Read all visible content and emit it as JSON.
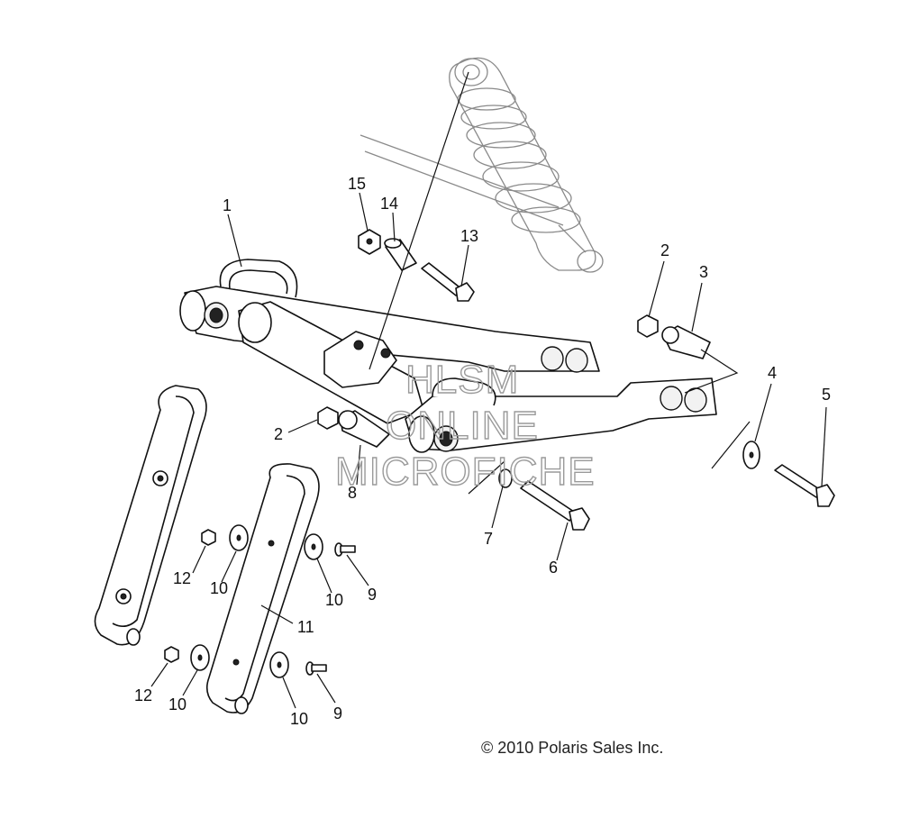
{
  "callouts": [
    {
      "label": "1"
    },
    {
      "label": "2"
    },
    {
      "label": "3"
    },
    {
      "label": "4"
    },
    {
      "label": "5"
    },
    {
      "label": "15"
    },
    {
      "label": "14"
    },
    {
      "label": "13"
    },
    {
      "label": "2"
    },
    {
      "label": "8"
    },
    {
      "label": "7"
    },
    {
      "label": "6"
    },
    {
      "label": "12"
    },
    {
      "label": "10"
    },
    {
      "label": "10"
    },
    {
      "label": "9"
    },
    {
      "label": "11"
    },
    {
      "label": "12"
    },
    {
      "label": "10"
    },
    {
      "label": "10"
    },
    {
      "label": "9"
    }
  ],
  "watermark": {
    "line1": "HLSM",
    "line2": "ONLINE",
    "line3": "MICROFICHE"
  },
  "copyright": "© 2010 Polaris Sales Inc.",
  "colors": {
    "ink": "#111111",
    "watermark": "#9a9a9a",
    "ghost": "#8a8a8a"
  }
}
